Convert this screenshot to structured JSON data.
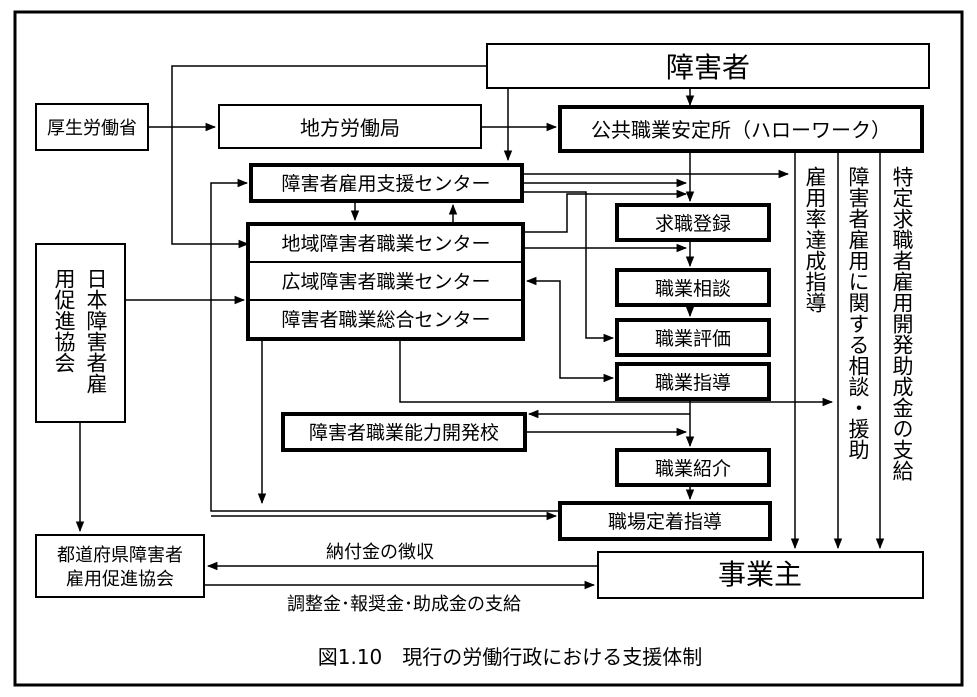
{
  "nodes": {
    "disabled_persons": "障害者",
    "mhlw": "厚生労働省",
    "regional_bureau": "地方労働局",
    "hello_work": "公共職業安定所（ハローワーク）",
    "employment_support_center": "障害者雇用支援センター",
    "local_vocational_center": "地域障害者職業センター",
    "wide_vocational_center": "広域障害者職業センター",
    "general_vocational_center": "障害者職業総合センター",
    "job_registration": "求職登録",
    "job_consultation": "職業相談",
    "job_evaluation": "職業評価",
    "job_guidance": "職業指導",
    "job_introduction": "職業紹介",
    "workplace_settlement": "職場定着指導",
    "vocational_school": "障害者職業能力開発校",
    "jeed_col1": "日本障害者雇",
    "jeed_col2": "用促進協会",
    "prefecture_assoc_line1": "都道府県障害者",
    "prefecture_assoc_line2": "雇用促進協会",
    "employer": "事業主"
  },
  "vertical_labels": {
    "employment_rate": "雇用率達成指導",
    "consult_support": "障害者雇用に関する相談・援助",
    "subsidy": "特定求職者雇用開発助成金の支給"
  },
  "edge_labels": {
    "levy": "納付金の徴収",
    "grants": "調整金･報奨金･助成金の支給"
  },
  "caption": "図1.10　現行の労働行政における支援体制"
}
